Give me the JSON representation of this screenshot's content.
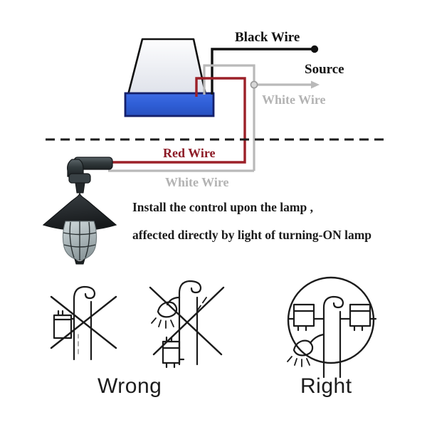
{
  "diagram": {
    "title_area": "photocell light control wiring diagram",
    "labels": {
      "black_wire": "Black Wire",
      "source": "Source",
      "white_wire_top": "White Wire",
      "red_wire": "Red Wire",
      "white_wire_bottom": "White Wire"
    },
    "instructions": {
      "line1": "Install the control upon the lamp ,",
      "line2": "affected directly by light of turning-ON lamp"
    },
    "verdicts": {
      "wrong": "Wrong",
      "right": "Right"
    },
    "colors": {
      "black_wire": "#111111",
      "white_wire": "#b9b9b9",
      "red_wire": "#9c2028",
      "sensor_base": "#2f5ed6",
      "sensor_base_border": "#15206b",
      "sensor_dome": "#e7e9ef",
      "dashed_divider": "#1a1a1a",
      "lamp_body": "#2c3033",
      "line_art": "#1b1b1b",
      "background": "#ffffff"
    },
    "parts": {
      "sensor_device": "photocell-sensor",
      "lamp_fixture": "outdoor-lamp-fixture",
      "divider": "mounting-surface-dashed-line",
      "junction": "white-wire-junction-node",
      "black_terminal": "black-wire-terminal-dot",
      "white_arrow": "white-wire-arrow-end"
    },
    "bottom_examples": {
      "wrong_1": "sensor-mounted-on-pole-side-no-lamp",
      "wrong_2": "sensor-mounted-below-lamp-on-pole",
      "right_1": "sensors-mounted-at-pole-top-beside-lamp-head"
    }
  }
}
